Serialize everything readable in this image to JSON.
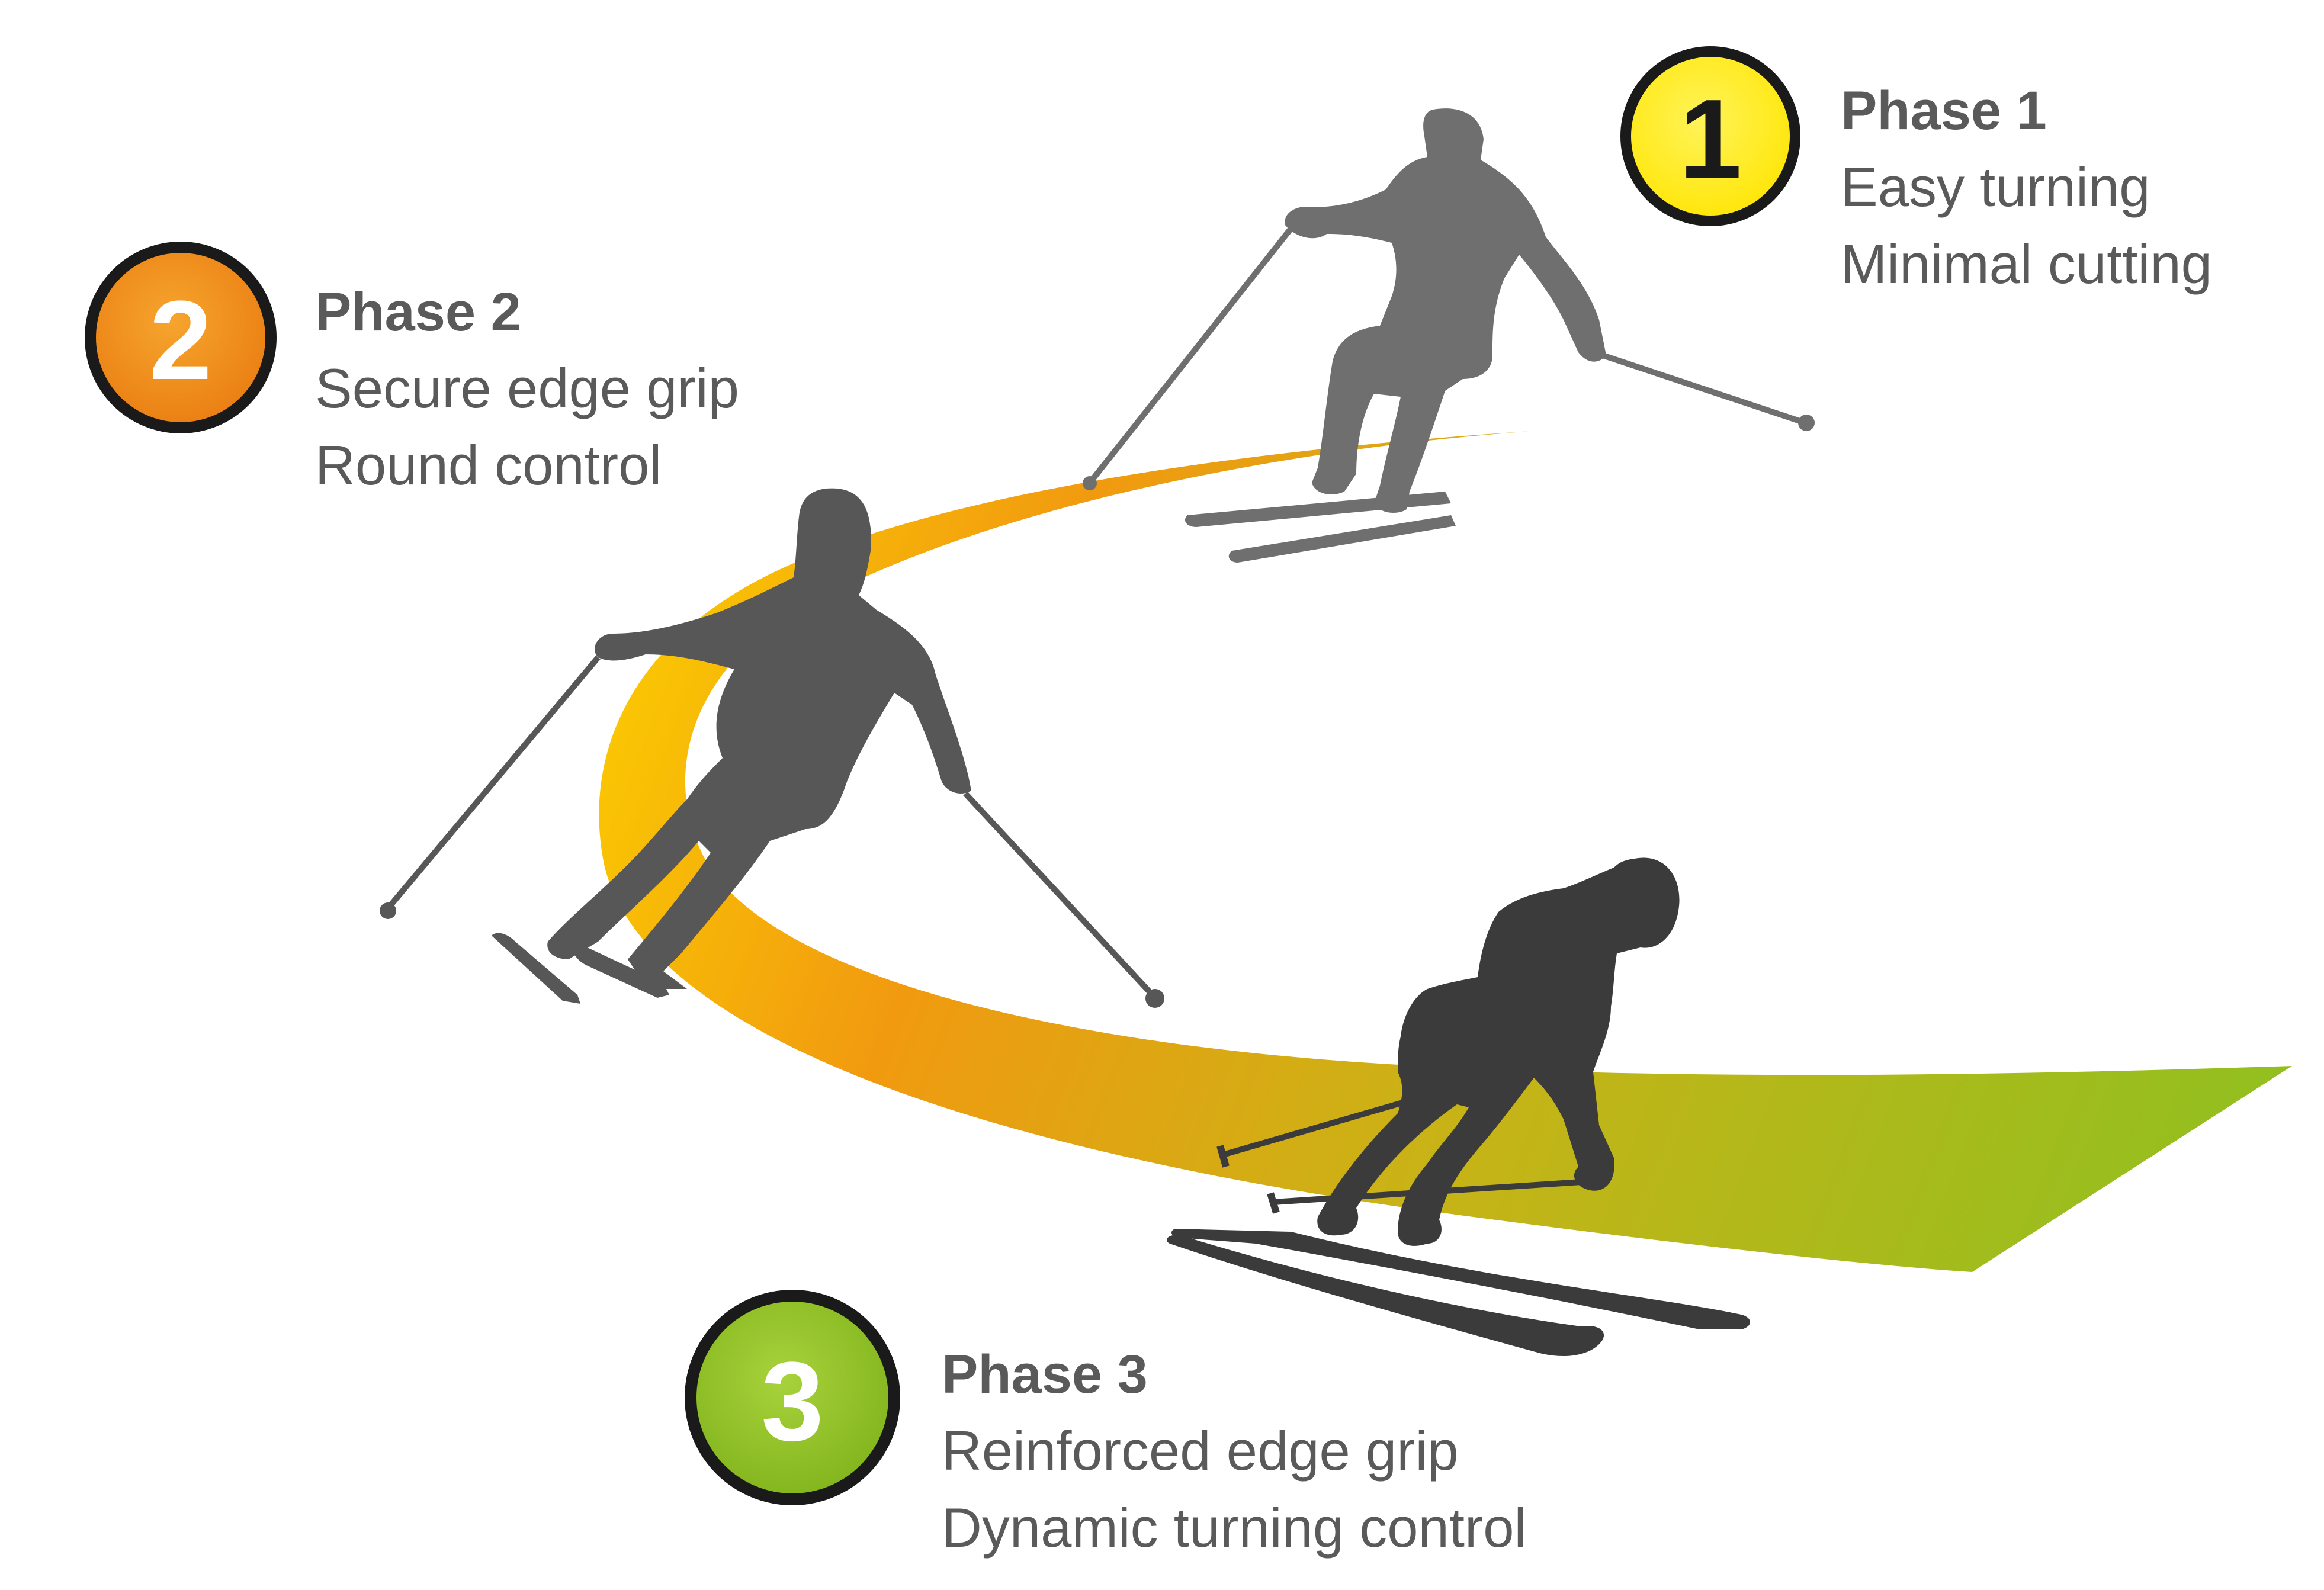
{
  "phases": [
    {
      "number": "1",
      "title": "Phase 1",
      "line1": "Easy turning",
      "line2": "Minimal cutting",
      "color": "#ffe500"
    },
    {
      "number": "2",
      "title": "Phase 2",
      "line1": "Secure edge grip",
      "line2": "Round control",
      "color": "#f08a12"
    },
    {
      "number": "3",
      "title": "Phase 3",
      "line1": "Reinforced edge grip",
      "line2": "Dynamic turning control",
      "color": "#8fbf1f"
    }
  ],
  "colors": {
    "text": "#5a5a5a",
    "badge_outline": "#1a1a1a",
    "skier_light": "#6f6f6f",
    "skier_mid": "#575757",
    "skier_dark": "#3b3b3b"
  },
  "icons": [
    "turn-path-arc",
    "skier-phase-1-icon",
    "skier-phase-2-icon",
    "skier-phase-3-icon"
  ]
}
